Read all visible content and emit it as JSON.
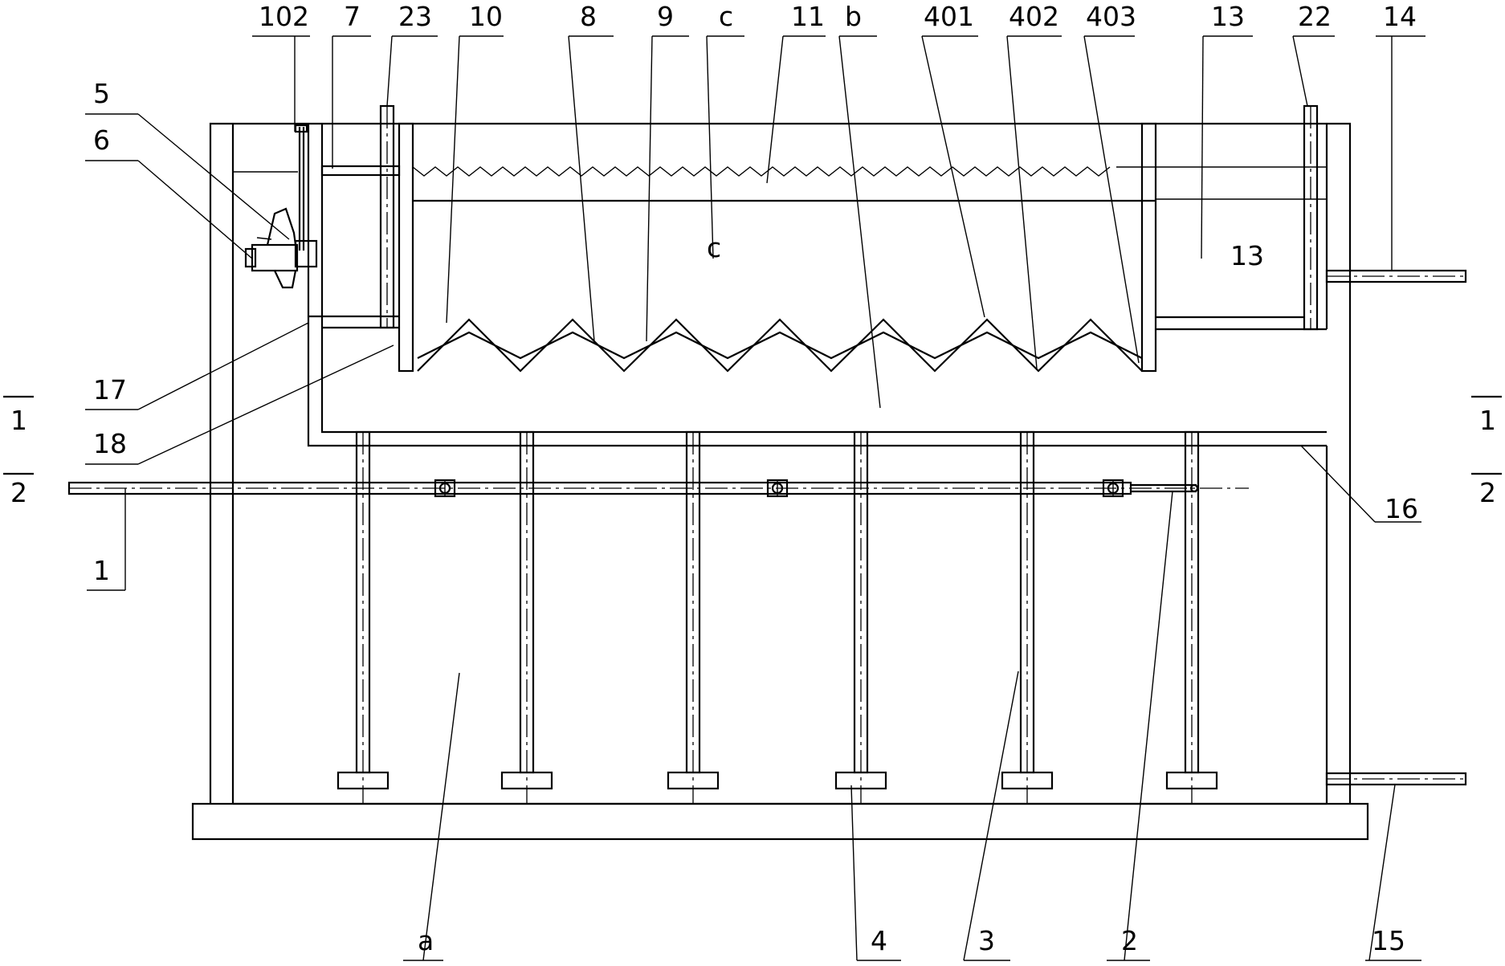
{
  "callouts_top": [
    "102",
    "7",
    "23",
    "10",
    "8",
    "9",
    "c",
    "11",
    "b",
    "401",
    "402",
    "403",
    "13",
    "22",
    "14"
  ],
  "callouts_left": [
    "5",
    "6",
    "17",
    "18",
    "1"
  ],
  "callouts_right": [
    "16"
  ],
  "callouts_bottom": [
    "a",
    "4",
    "3",
    "2",
    "15"
  ],
  "section_marks": [
    "1",
    "2"
  ]
}
